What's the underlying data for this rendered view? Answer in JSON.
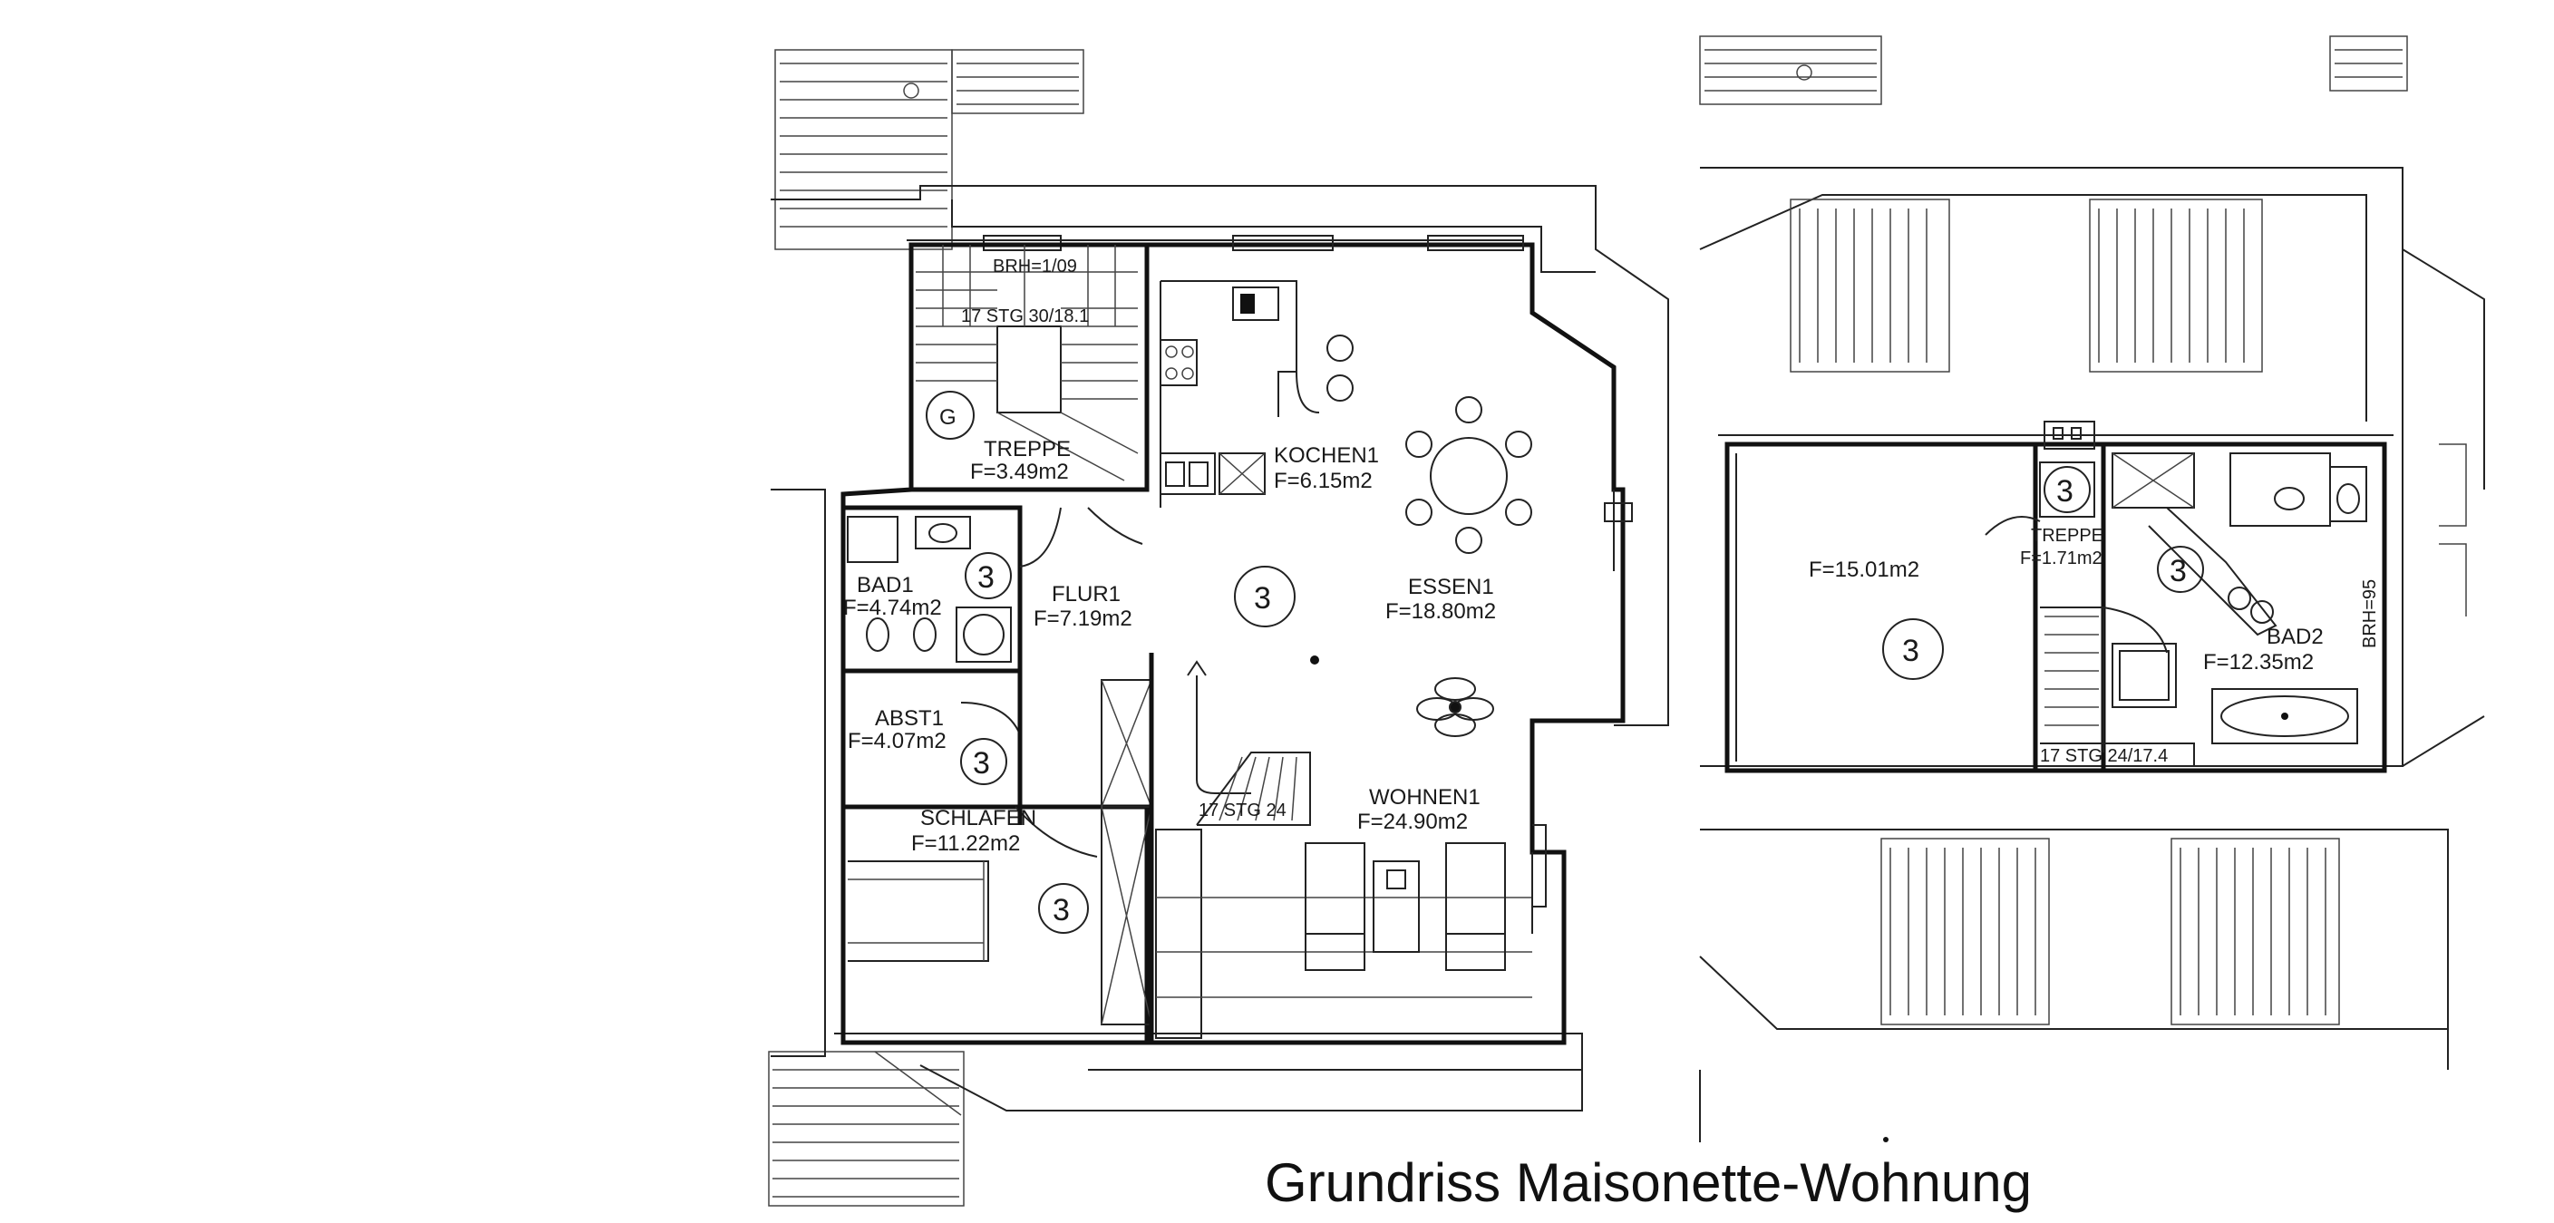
{
  "title": "Grundriss Maisonette-Wohnung",
  "plans": {
    "lower": {
      "brh_top": "BRH=1/09",
      "stair_label": "17 STG 30/18.1",
      "stair_label_2": "17 STG 24",
      "g_marker": "G",
      "rooms": [
        {
          "name": "TREPPE",
          "area": "F=3.49m2"
        },
        {
          "name": "KOCHEN1",
          "area": "F=6.15m2"
        },
        {
          "name": "ESSEN1",
          "area": "F=18.80m2"
        },
        {
          "name": "BAD1",
          "area": "F=4.74m2"
        },
        {
          "name": "FLUR1",
          "area": "F=7.19m2"
        },
        {
          "name": "ABST1",
          "area": "F=4.07m2"
        },
        {
          "name": "SCHLAFEN",
          "area": "F=11.22m2"
        },
        {
          "name": "WOHNEN1",
          "area": "F=24.90m2"
        }
      ],
      "circle_markers": [
        "3",
        "3",
        "3",
        "3"
      ]
    },
    "upper": {
      "rooms": [
        {
          "name": "",
          "area": "F=15.01m2"
        },
        {
          "name": "TREPPE",
          "area": "F=1.71m2"
        },
        {
          "name": "BAD2",
          "area": "F=12.35m2"
        }
      ],
      "brh_side": "BRH=95",
      "stair_label": "17 STG 24/17.4",
      "circle_markers": [
        "3",
        "3",
        "3"
      ]
    }
  }
}
